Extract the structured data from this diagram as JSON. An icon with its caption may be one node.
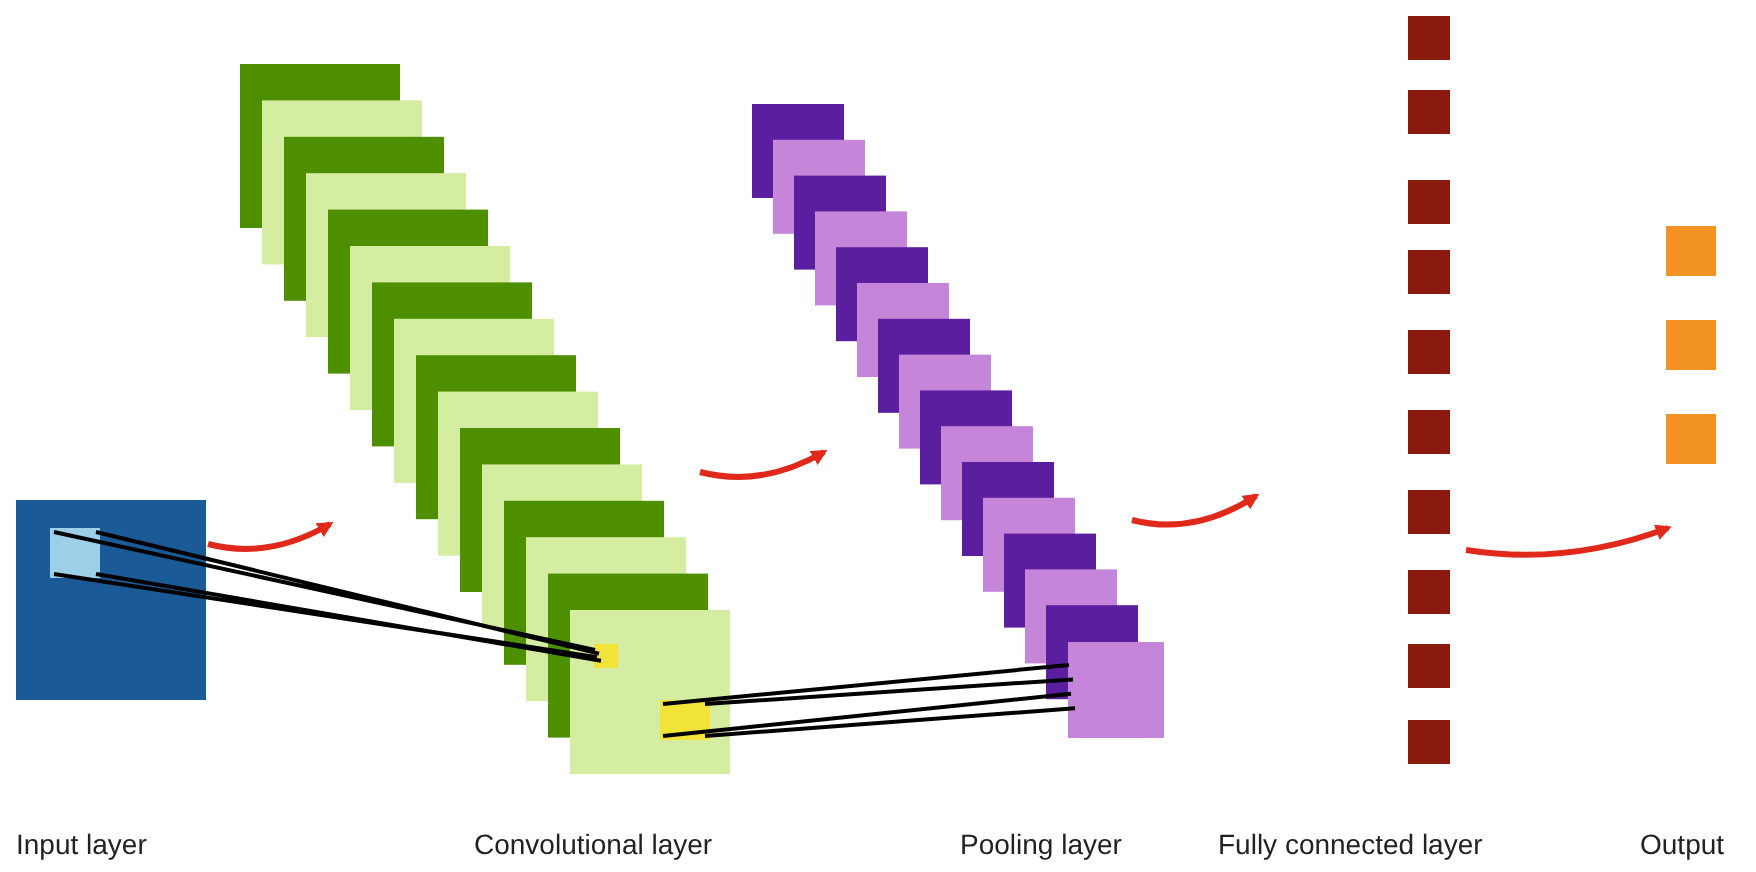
{
  "diagram": {
    "nodes": [
      {
        "text": [
          "Input layer"
        ]
      },
      {
        "text": [
          "Convolutional layer"
        ]
      },
      {
        "text": [
          "Pooling layer"
        ]
      },
      {
        "text": [
          "Fully connected layer"
        ]
      },
      {
        "text": [
          "Output"
        ]
      },
      {
        "text": [],
        "shape": "box",
        "in": 0
      },
      {
        "text": [],
        "shape": "box",
        "in": 1
      },
      {
        "text": [],
        "shape": "box",
        "in": 1
      },
      {
        "text": [],
        "shape": "box",
        "in": 2
      }
    ],
    "edges": [
      {
        "from": 0,
        "to": 1,
        "arrow": "to",
        "color": "#e0291b"
      },
      {
        "from": 1,
        "to": 2,
        "arrow": "to",
        "color": "#e0291b"
      },
      {
        "from": 2,
        "to": 3,
        "arrow": "to",
        "color": "#e0291b"
      },
      {
        "from": 3,
        "to": 4,
        "arrow": "to",
        "color": "#e0291b"
      },
      {
        "from": 5,
        "to": 6,
        "arrow": "none",
        "color": "#000000"
      },
      {
        "from": 7,
        "to": 8,
        "arrow": "none",
        "color": "#000000"
      }
    ]
  }
}
